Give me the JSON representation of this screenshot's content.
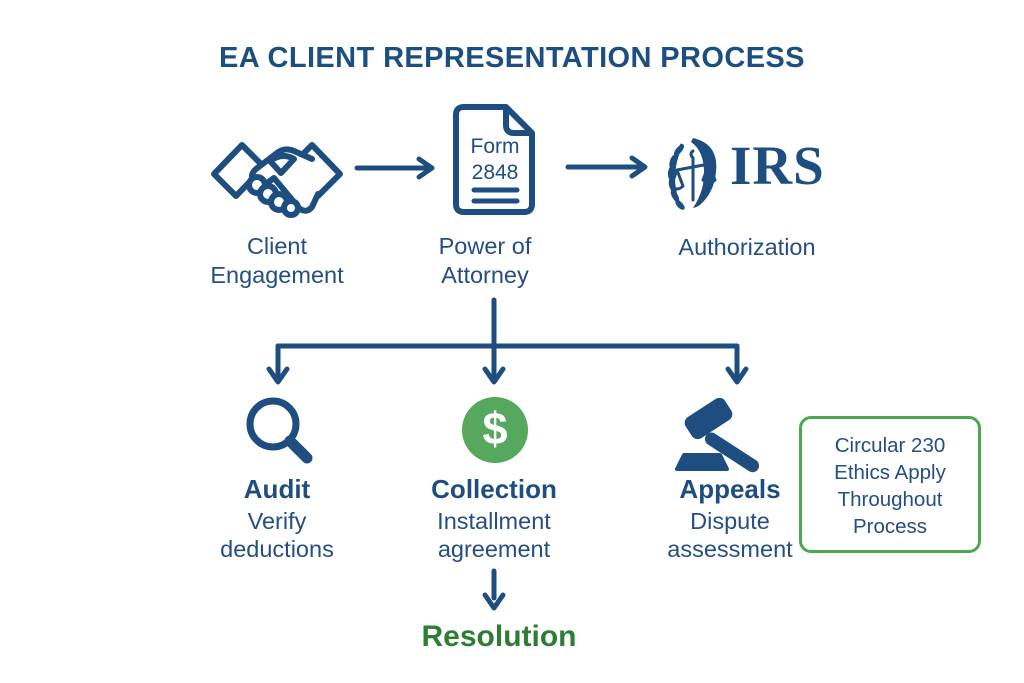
{
  "title": "EA CLIENT REPRESENTATION PROCESS",
  "colors": {
    "navy": "#1E4E7F",
    "collection_green": "#56A85E",
    "resolution_green": "#2E7D35",
    "ethics_border_green": "#4CA850"
  },
  "process": {
    "steps": [
      {
        "name": "client-engagement",
        "icon": "handshake-icon",
        "label": [
          "Client",
          "Engagement"
        ]
      },
      {
        "name": "power-of-attorney",
        "icon": "form-2848-document-icon",
        "doc_text": [
          "Form",
          "2848"
        ],
        "label": [
          "Power of",
          "Attorney"
        ]
      },
      {
        "name": "irs-authorization",
        "icon": "irs-logo",
        "logo_text": "IRS",
        "label": [
          "Authorization"
        ]
      }
    ]
  },
  "branches": [
    {
      "name": "audit",
      "icon": "magnifier-icon",
      "title": "Audit",
      "description": [
        "Verify",
        "deductions"
      ]
    },
    {
      "name": "collection",
      "icon": "dollar-icon",
      "dollar": "$",
      "title": "Collection",
      "description": [
        "Installment",
        "agreement"
      ]
    },
    {
      "name": "appeals",
      "icon": "gavel-icon",
      "title": "Appeals",
      "description": [
        "Dispute",
        "assessment"
      ]
    }
  ],
  "ethics_note": {
    "lines": [
      "Circular 230",
      "Ethics Apply",
      "Throughout",
      "Process"
    ]
  },
  "outcome": {
    "label": "Resolution"
  }
}
